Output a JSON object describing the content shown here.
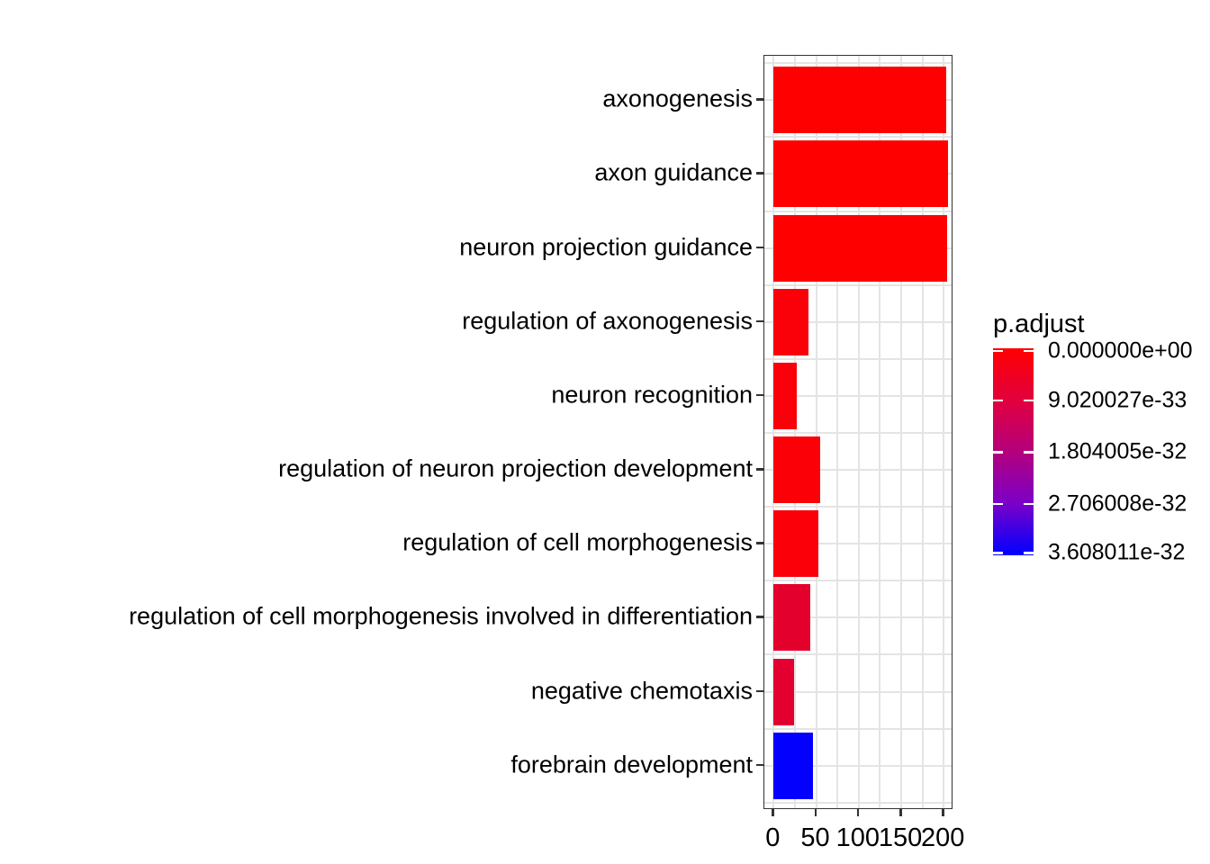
{
  "chart_data": {
    "type": "bar",
    "orientation": "horizontal",
    "title": "",
    "xlabel": "",
    "ylabel": "",
    "grid": "on",
    "gridline_color": "#e4e4e4",
    "panel_border_color": "#333333",
    "x_axis": {
      "tick_labels": [
        "0",
        "50",
        "100",
        "150",
        "200"
      ],
      "tick_values": [
        0,
        50,
        100,
        150,
        200
      ],
      "range": [
        0,
        215
      ]
    },
    "categories": [
      "axonogenesis",
      "axon guidance",
      "neuron projection guidance",
      "regulation of axonogenesis",
      "neuron recognition",
      "regulation of neuron projection development",
      "regulation of cell morphogenesis",
      "regulation of cell morphogenesis involved in differentiation",
      "negative chemotaxis",
      "forebrain development"
    ],
    "values": [
      203,
      205,
      204,
      41,
      27,
      55,
      53,
      43,
      24,
      46
    ],
    "bar_colors": [
      "#fe0000",
      "#fe0000",
      "#fe0000",
      "#fa0009",
      "#fa000a",
      "#fb0007",
      "#fb0008",
      "#e4002d",
      "#e30030",
      "#0400fe"
    ],
    "legend": {
      "title": "p.adjust",
      "gradient_top_color": "#ff0000",
      "gradient_bottom_color": "#0000ff",
      "labels": [
        "0.000000e+00",
        "9.020027e-33",
        "1.804005e-32",
        "2.706008e-32",
        "3.608011e-32"
      ]
    }
  }
}
